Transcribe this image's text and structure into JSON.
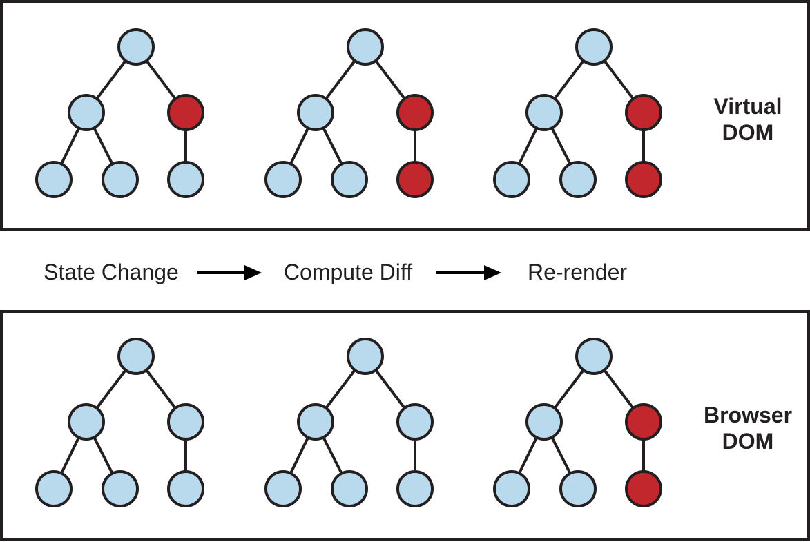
{
  "colors": {
    "node_unchanged": "#b9d9ed",
    "node_changed": "#c1272d",
    "outline": "#231f20",
    "background": "#ffffff"
  },
  "virtual_dom": {
    "label_lines": [
      "Virtual",
      "DOM"
    ],
    "trees": [
      {
        "step": "State Change",
        "changed_nodes": [
          "right"
        ]
      },
      {
        "step": "Compute Diff",
        "changed_nodes": [
          "right",
          "right-child"
        ]
      },
      {
        "step": "Re-render",
        "changed_nodes": [
          "right",
          "right-child"
        ]
      }
    ]
  },
  "browser_dom": {
    "label_lines": [
      "Browser",
      "DOM"
    ],
    "trees": [
      {
        "step": "State Change",
        "changed_nodes": []
      },
      {
        "step": "Compute Diff",
        "changed_nodes": []
      },
      {
        "step": "Re-render",
        "changed_nodes": [
          "right",
          "right-child"
        ]
      }
    ]
  },
  "steps": [
    "State Change",
    "Compute Diff",
    "Re-render"
  ]
}
